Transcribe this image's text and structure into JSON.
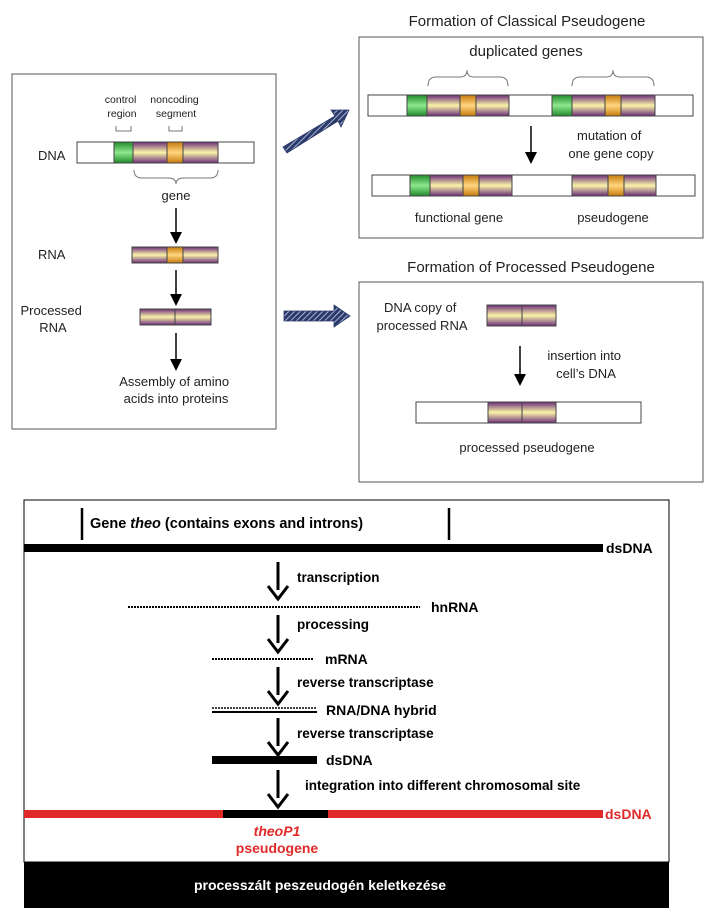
{
  "top": {
    "left_box": {
      "label_control_region": [
        "control",
        "region"
      ],
      "label_noncoding_segment": [
        "noncoding",
        "segment"
      ],
      "label_dna": "DNA",
      "label_gene": "gene",
      "label_rna": "RNA",
      "label_processed_rna": [
        "Processed",
        "RNA"
      ],
      "label_assembly": [
        "Assembly of amino",
        "acids into proteins"
      ]
    },
    "classical": {
      "title": "Formation of Classical Pseudogene",
      "label_duplicated": "duplicated genes",
      "label_mutation": [
        "mutation of",
        "one gene copy"
      ],
      "label_functional": "functional gene",
      "label_pseudogene": "pseudogene"
    },
    "processed": {
      "title": "Formation of Processed Pseudogene",
      "label_dna_copy": [
        "DNA copy of",
        "processed RNA"
      ],
      "label_insertion": [
        "insertion into",
        "cell’s DNA"
      ],
      "label_processed_pseudogene": "processed pseudogene"
    }
  },
  "bottom": {
    "gene_title_prefix": "Gene ",
    "gene_title_italic": "theo",
    "gene_title_suffix": " (contains exons and introns)",
    "label_dsdna_top": "dsDNA",
    "step_transcription": "transcription",
    "label_hnrna": "hnRNA",
    "step_processing": "processing",
    "label_mrna": "mRNA",
    "step_rt1": "reverse transcriptase",
    "label_hybrid": "RNA/DNA hybrid",
    "step_rt2": "reverse transcriptase",
    "label_dsdna_mid": "dsDNA",
    "step_integration": "integration into different chromosomal site",
    "label_dsdna_red": "dsDNA",
    "label_theop1": "theoP1",
    "label_pseudogene": "pseudogene",
    "footer": "processzált peszeudogén keletkezése"
  },
  "colors": {
    "green": "#3fc04a",
    "orange": "#f2a81c",
    "purple": "#6a2c7a",
    "yellow": "#fbf4a8",
    "red": "#e02a2a",
    "black": "#000000"
  }
}
